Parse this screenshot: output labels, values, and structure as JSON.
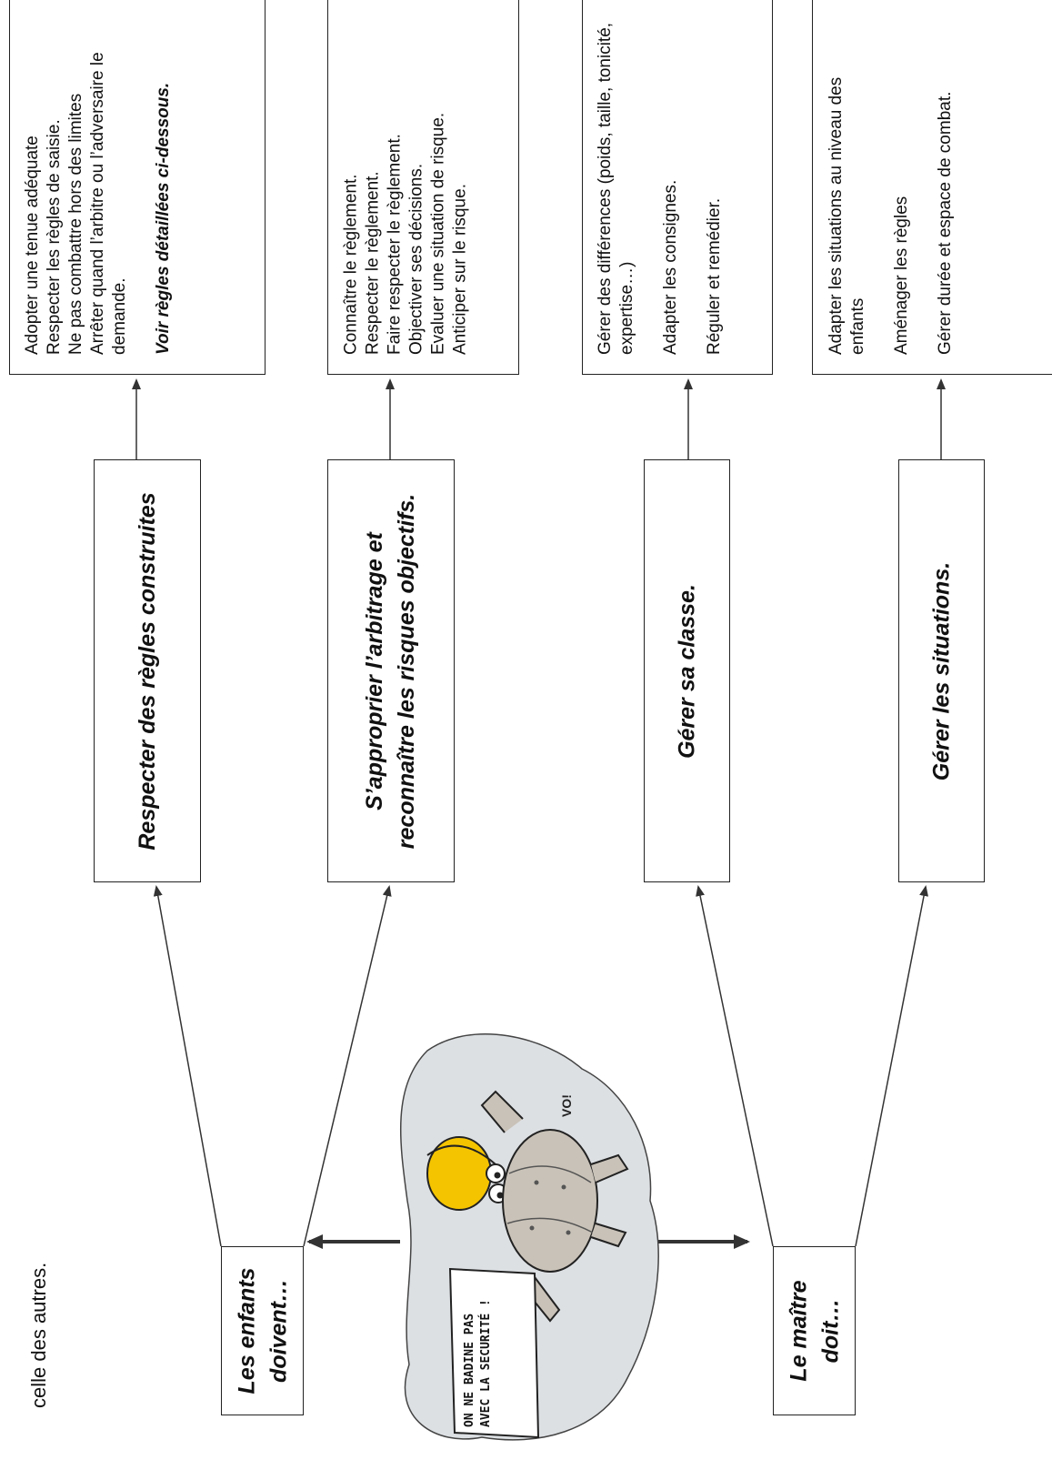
{
  "intro_fragment": "celle des autres.",
  "groups": [
    {
      "subject": "Les enfants doivent…",
      "actions": [
        {
          "title": "Respecter des règles construites",
          "details": [
            "Adopter une tenue adéquate",
            "Respecter les règles de saisie.",
            "Ne pas combattre hors des limites",
            "Arrêter quand l’arbitre ou l’adversaire  le demande."
          ],
          "note": "Voir règles détaillées ci-dessous."
        },
        {
          "title": "S’approprier l’arbitrage et reconnaître les risques objectifs.",
          "details": [
            "Connaître le règlement.",
            "Respecter le règlement.",
            "Faire respecter le règlement.",
            "Objectiver ses décisions.",
            "Evaluer une situation de risque.",
            "Anticiper sur le risque."
          ]
        }
      ]
    },
    {
      "subject": "Le maître doit…",
      "actions": [
        {
          "title": "Gérer sa classe.",
          "details": [
            "Gérer des différences (poids, taille, tonicité, expertise…)",
            "Adapter les consignes.",
            "Réguler et remédier."
          ]
        },
        {
          "title": "Gérer les situations.",
          "details": [
            "Adapter les situations au niveau des enfants",
            "Aménager les règles",
            "Gérer durée et espace de combat."
          ]
        }
      ]
    }
  ],
  "mascot": {
    "sign_text": "ON NE BADINE PAS AVEC LA SECURITÉ !",
    "speech_text": "VO!"
  },
  "colors": {
    "line": "#333333",
    "helmet": "#f5c400",
    "armor": "#c9c2b8"
  }
}
